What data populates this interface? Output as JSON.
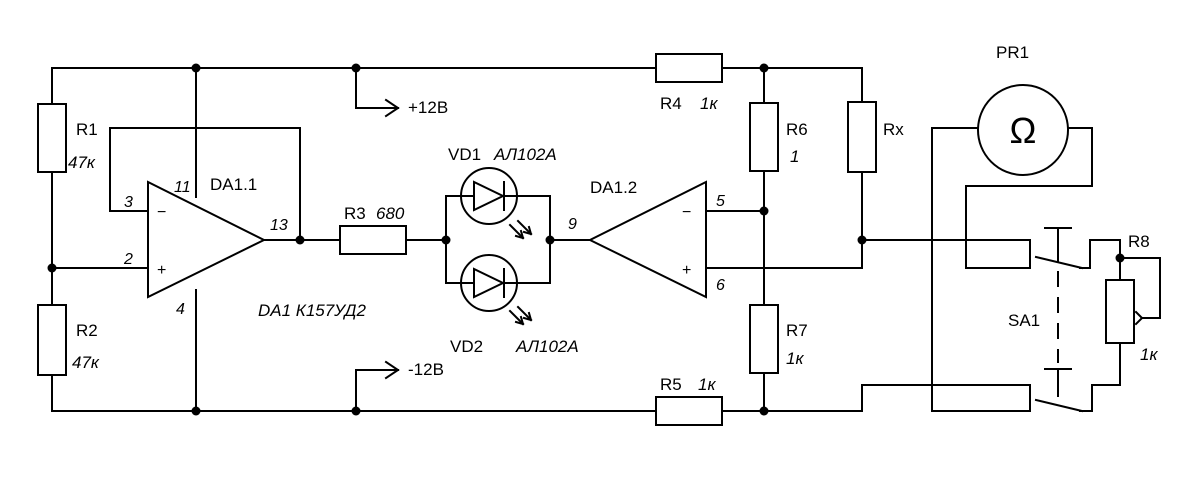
{
  "labels": {
    "r1": "R1",
    "r1_value": "47к",
    "r2": "R2",
    "r2_value": "47к",
    "r3": "R3",
    "r3_value": "680",
    "r4": "R4",
    "r4_value": "1к",
    "r5": "R5",
    "r5_value": "1к",
    "r6": "R6",
    "r6_value": "1",
    "r7": "R7",
    "r7_value": "1к",
    "r8": "R8",
    "r8_value": "1к",
    "rx": "Rx",
    "da1_1": "DA1.1",
    "da1_2": "DA1.2",
    "da1_type": "DA1 К157УД2",
    "vd1": "VD1",
    "vd1_type": "АЛ102А",
    "vd2": "VD2",
    "vd2_type": "АЛ102А",
    "pr1": "PR1",
    "sa1": "SA1",
    "plus_supply": "+12В",
    "minus_supply": "-12В",
    "ohm_symbol": "Ω"
  },
  "pins": {
    "da1_1_in_minus": "3",
    "da1_1_in_plus": "2",
    "da1_1_out": "13",
    "da1_1_vcc": "11",
    "da1_1_vee": "4",
    "da1_2_in_minus": "5",
    "da1_2_in_plus": "6",
    "da1_2_out": "9"
  },
  "signs": {
    "minus": "−",
    "plus": "+"
  }
}
